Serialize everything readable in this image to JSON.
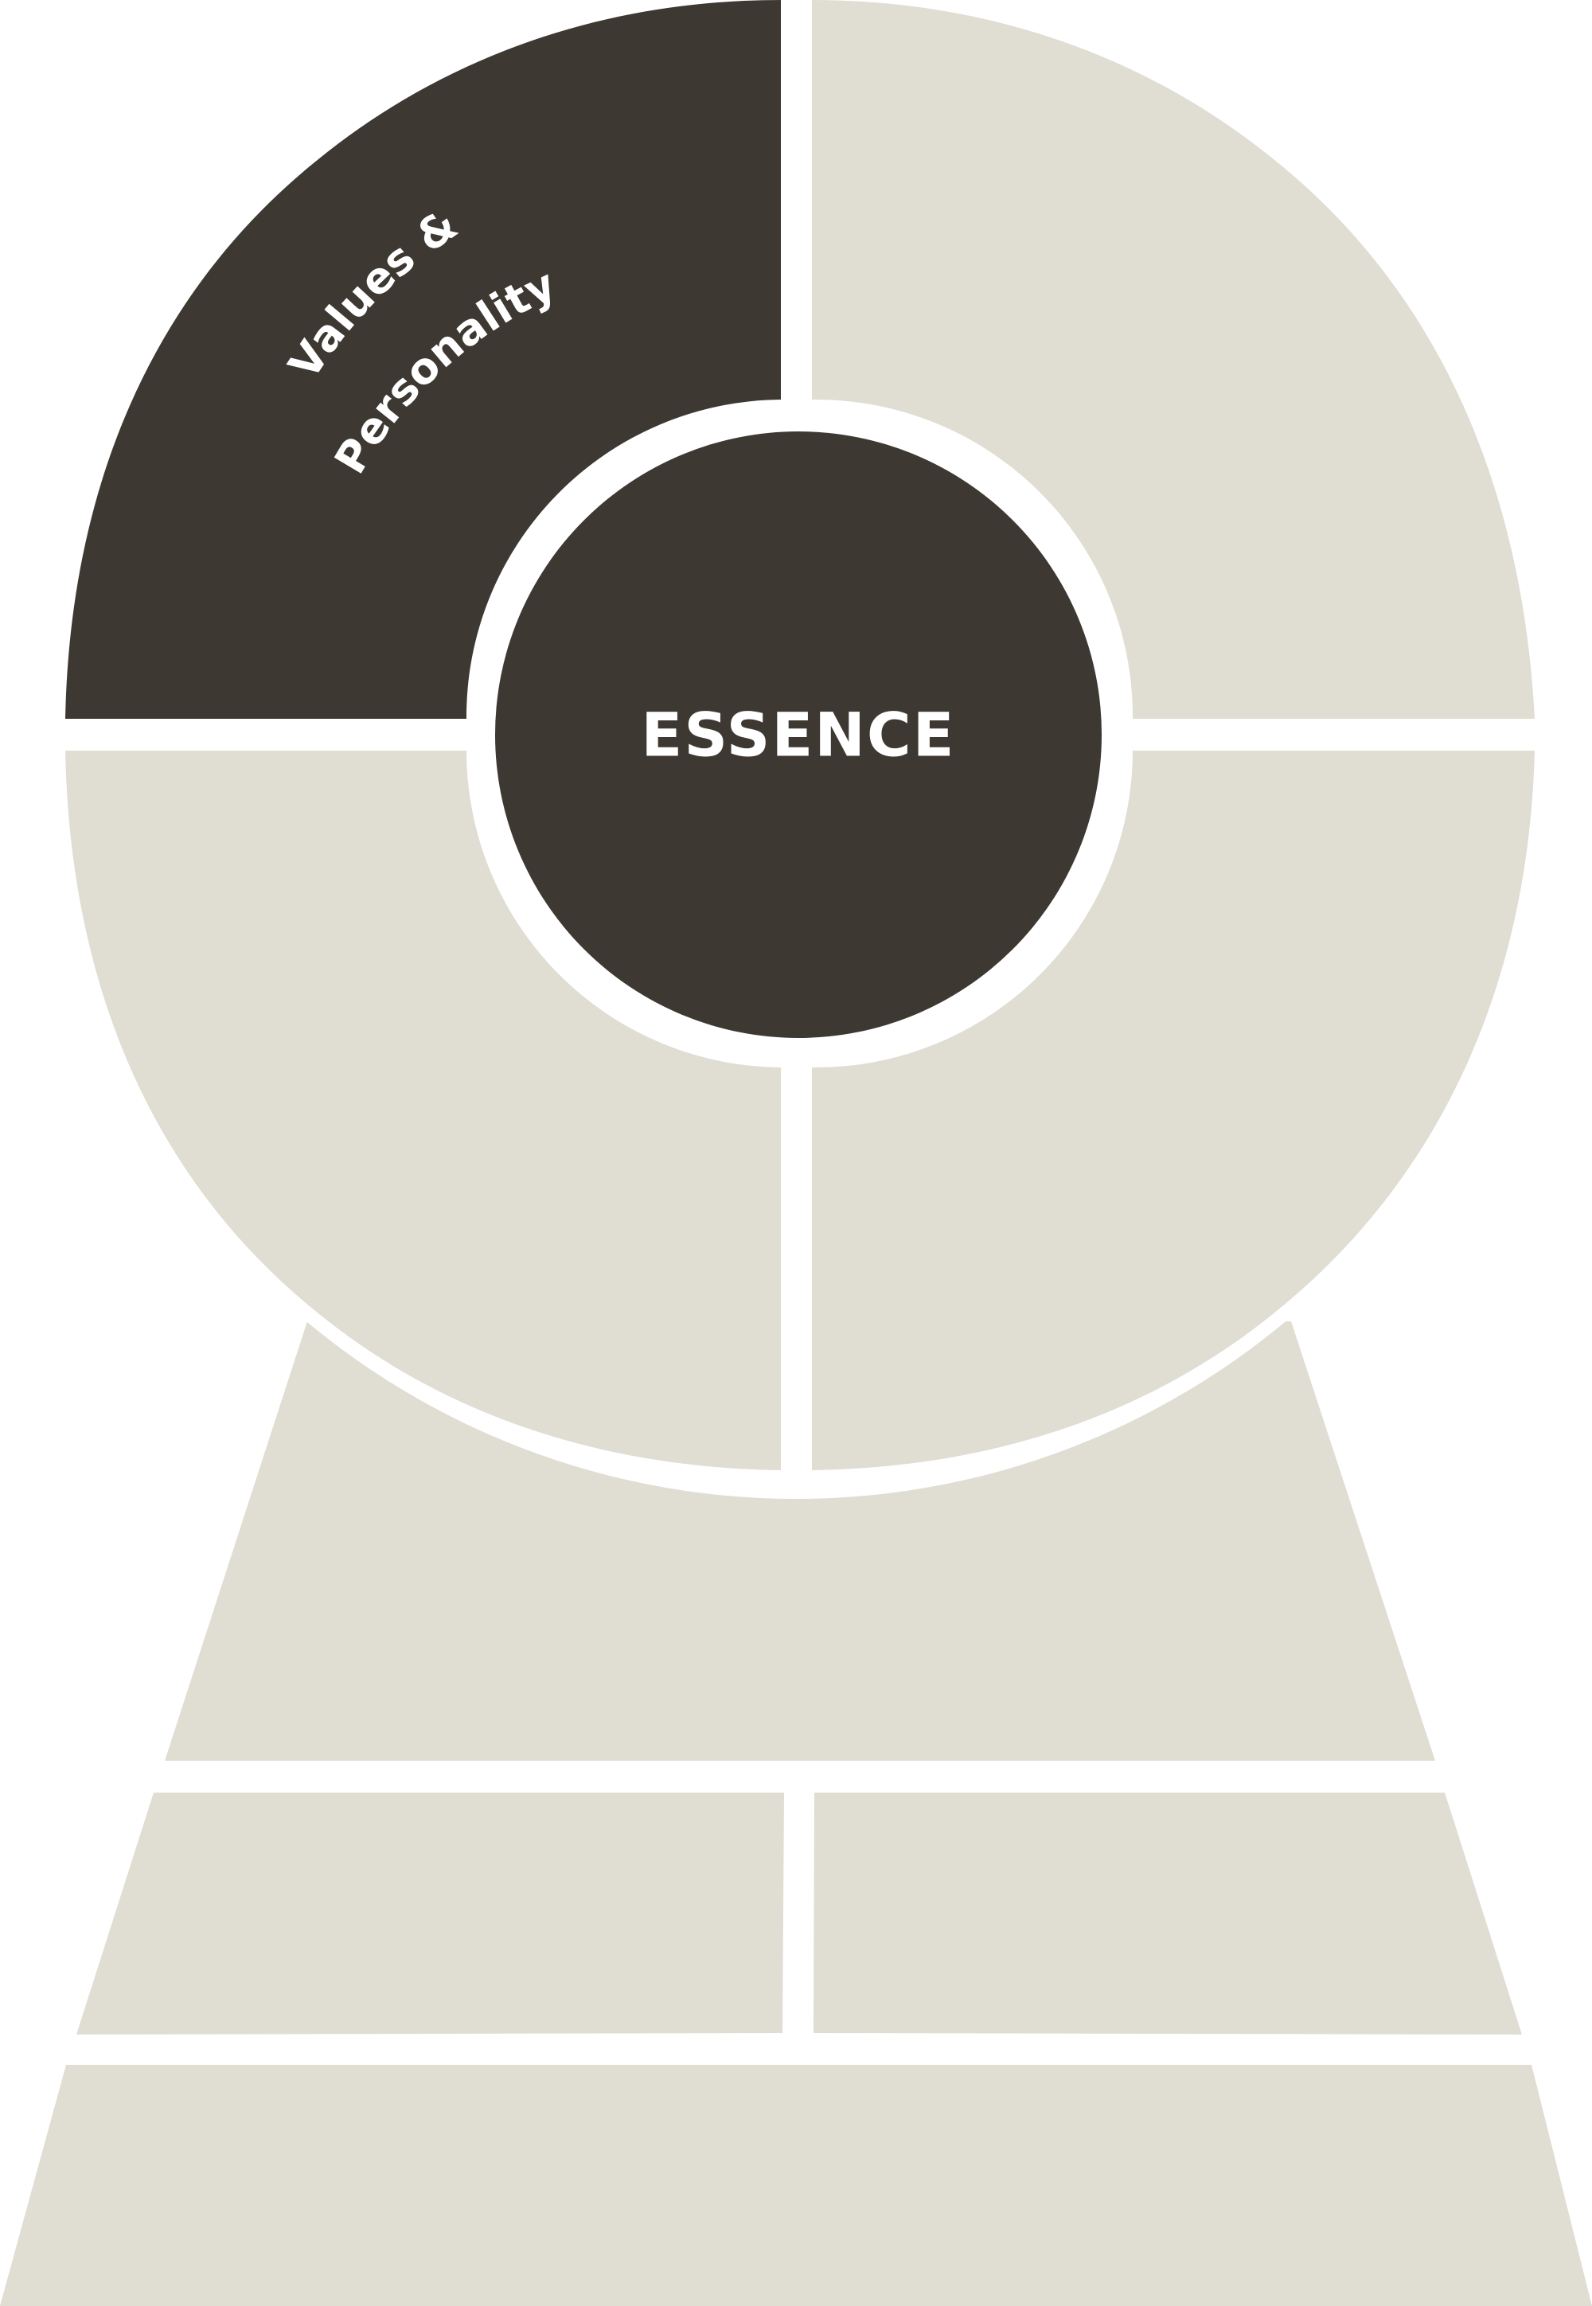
{
  "diagram": {
    "center_label": "ESSENCE",
    "segments": [
      {
        "name": "top-left",
        "label_lines": [
          "Values &",
          "Personality"
        ],
        "highlighted": true
      },
      {
        "name": "top-right",
        "label_lines": [],
        "highlighted": false
      },
      {
        "name": "bottom-left",
        "label_lines": [],
        "highlighted": false
      },
      {
        "name": "bottom-right",
        "label_lines": [],
        "highlighted": false
      }
    ],
    "pedestal_tiers": [
      {
        "name": "tier-1",
        "label": ""
      },
      {
        "name": "tier-2-left",
        "label": ""
      },
      {
        "name": "tier-2-right",
        "label": ""
      },
      {
        "name": "tier-3",
        "label": ""
      }
    ]
  },
  "colors": {
    "dark": "#3e3833",
    "light": "#e0ddd3",
    "label_text": "#ffffff",
    "background": "#ffffff"
  }
}
